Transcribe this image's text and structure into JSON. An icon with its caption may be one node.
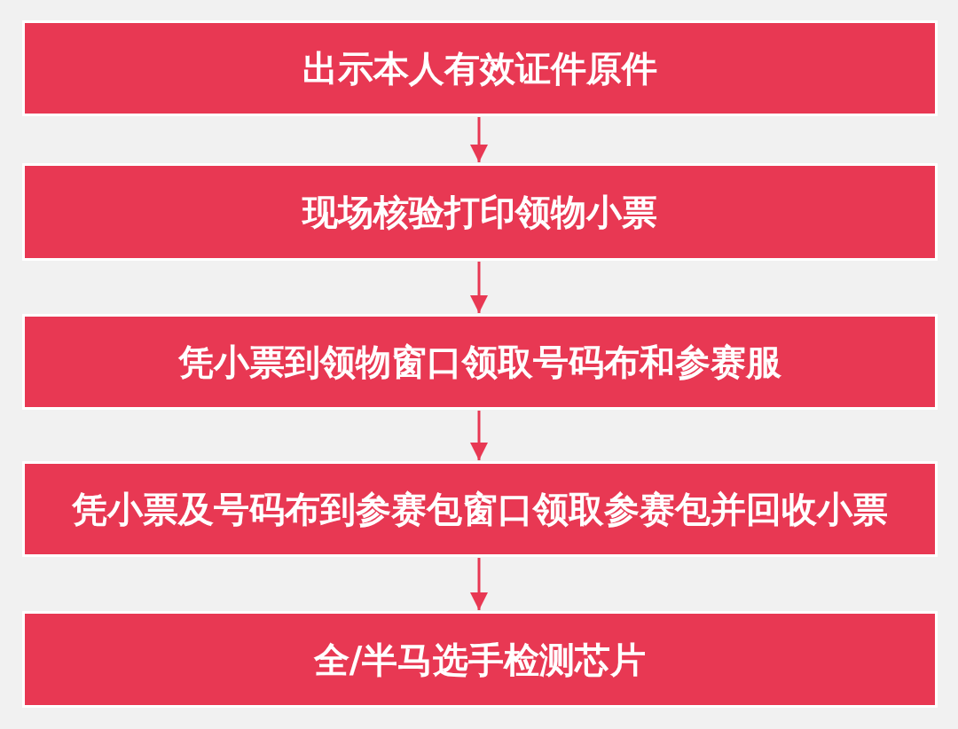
{
  "diagram": {
    "nodes": [
      {
        "text": [
          "出示本人有效证件原件"
        ]
      },
      {
        "text": [
          "现场核验打印领物小票"
        ]
      },
      {
        "text": [
          "凭小票到领物窗口领取号码布和参赛服"
        ]
      },
      {
        "text": [
          "凭小票及号码布到参赛包窗口领取参赛包并回收小票"
        ]
      },
      {
        "text": [
          "全/半马选手检测芯片"
        ]
      }
    ],
    "edges": [
      {
        "from": 0,
        "to": 1,
        "arrow": "to"
      },
      {
        "from": 1,
        "to": 2,
        "arrow": "to"
      },
      {
        "from": 2,
        "to": 3,
        "arrow": "to"
      },
      {
        "from": 3,
        "to": 4,
        "arrow": "to"
      }
    ]
  }
}
